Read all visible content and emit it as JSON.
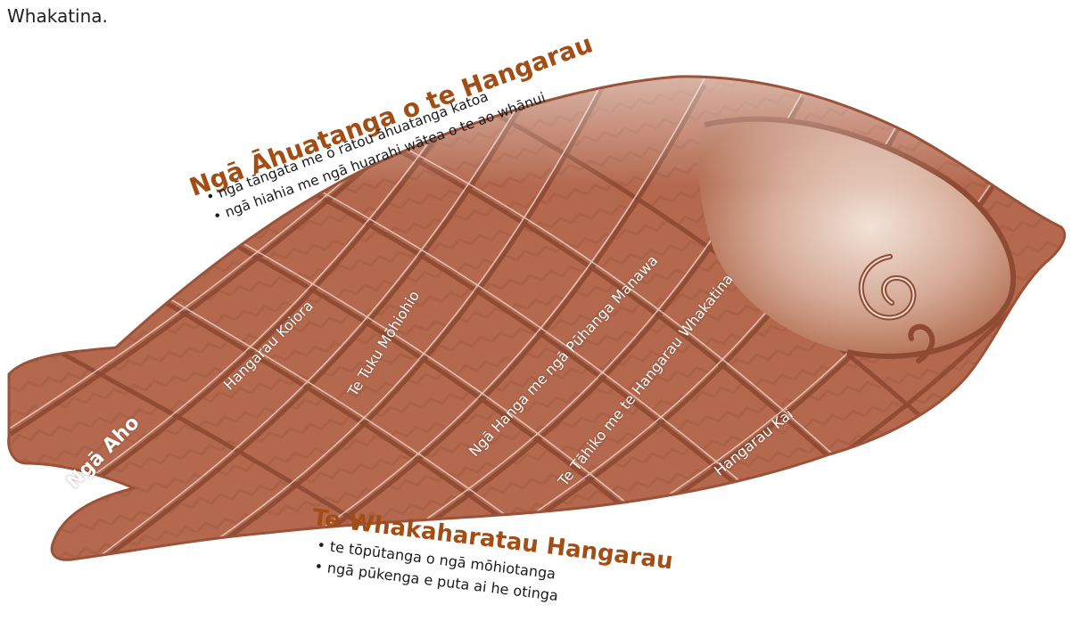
{
  "top_fragment": "Whakatina.",
  "top_heading": "Ngā Āhuatanga o te Hangarau",
  "top_bullets": [
    "ngā tāngata me ō rātou āhuatanga katoa",
    "ngā hiahia me ngā huarahi wātea o te ao whānui"
  ],
  "bottom_heading": "Te Whakaharatau Hangarau",
  "bottom_bullets": [
    "te tōpūtanga o ngā mōhiotanga",
    "ngā pūkenga e puta ai he otinga"
  ],
  "fish_labels": [
    "Ngā Aho",
    "Hangarau Koiora",
    "Te Tuku Mōhiohio",
    "Ngā Hanga me ngā Pūhanga Manawa",
    "Te Tāhiko me te Hangarau Whakatina",
    "Hangarau Kai"
  ],
  "colors": {
    "fish_fill": "#b4694f",
    "fish_dark": "#8e4a32",
    "fish_highlight": "#e8cfc2",
    "heading": "#a34d15",
    "label": "#ffffff"
  },
  "icons": [
    "fish-icon",
    "spiral-eye-icon"
  ]
}
